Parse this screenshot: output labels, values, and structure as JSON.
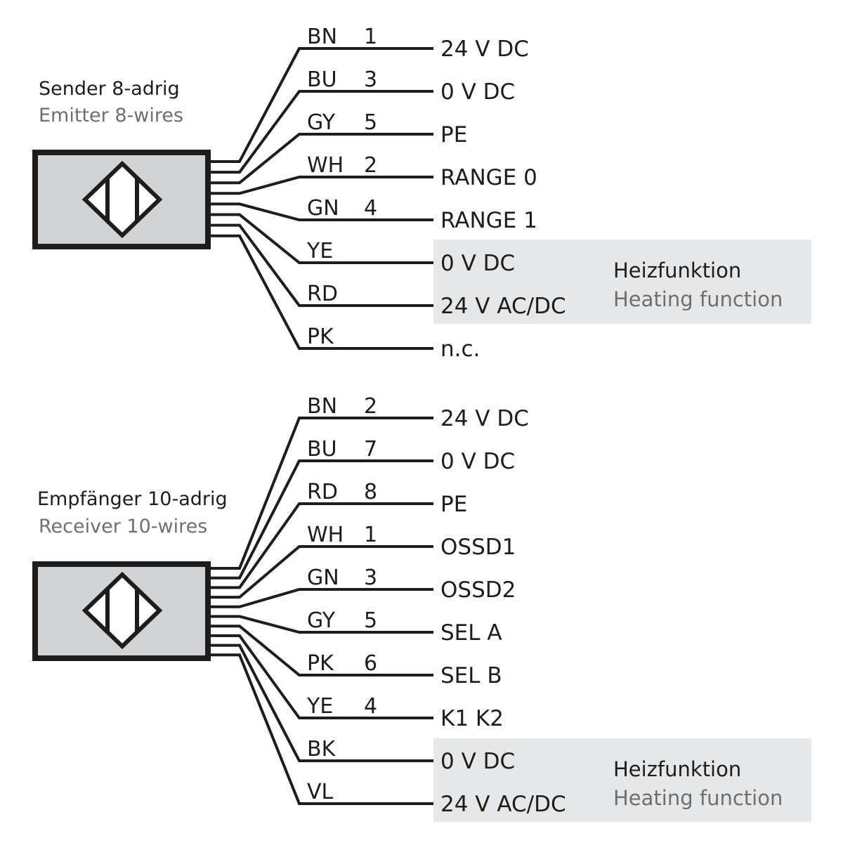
{
  "diagram_type": "wiring-diagram",
  "colors": {
    "line": "#1d1d1b",
    "sensor_body": "#d1d3d4",
    "heating_box": "#e6e7e8",
    "secondary_text": "#6f6f6e"
  },
  "devices": [
    {
      "id": "emitter",
      "title_de": "Sender 8-adrig",
      "title_en": "Emitter 8-wires",
      "icon": "light-barrier-sensor-icon",
      "wires": [
        {
          "color_code": "BN",
          "pin": "1",
          "function": "24 V DC",
          "heating": false
        },
        {
          "color_code": "BU",
          "pin": "3",
          "function": "0 V DC",
          "heating": false
        },
        {
          "color_code": "GY",
          "pin": "5",
          "function": "PE",
          "heating": false
        },
        {
          "color_code": "WH",
          "pin": "2",
          "function": "RANGE 0",
          "heating": false
        },
        {
          "color_code": "GN",
          "pin": "4",
          "function": "RANGE 1",
          "heating": false
        },
        {
          "color_code": "YE",
          "pin": "",
          "function": "0 V DC",
          "heating": true
        },
        {
          "color_code": "RD",
          "pin": "",
          "function": "24 V AC/DC",
          "heating": true
        },
        {
          "color_code": "PK",
          "pin": "",
          "function": "n.c.",
          "heating": false
        }
      ],
      "heating_label_de": "Heizfunktion",
      "heating_label_en": "Heating function"
    },
    {
      "id": "receiver",
      "title_de": "Empfänger 10-adrig",
      "title_en": "Receiver 10-wires",
      "icon": "light-barrier-sensor-icon",
      "wires": [
        {
          "color_code": "BN",
          "pin": "2",
          "function": "24 V DC",
          "heating": false
        },
        {
          "color_code": "BU",
          "pin": "7",
          "function": "0 V DC",
          "heating": false
        },
        {
          "color_code": "RD",
          "pin": "8",
          "function": "PE",
          "heating": false
        },
        {
          "color_code": "WH",
          "pin": "1",
          "function": "OSSD1",
          "heating": false
        },
        {
          "color_code": "GN",
          "pin": "3",
          "function": "OSSD2",
          "heating": false
        },
        {
          "color_code": "GY",
          "pin": "5",
          "function": "SEL A",
          "heating": false
        },
        {
          "color_code": "PK",
          "pin": "6",
          "function": "SEL B",
          "heating": false
        },
        {
          "color_code": "YE",
          "pin": "4",
          "function": "K1 K2",
          "heating": false
        },
        {
          "color_code": "BK",
          "pin": "",
          "function": "0 V DC",
          "heating": true
        },
        {
          "color_code": "VL",
          "pin": "",
          "function": "24 V AC/DC",
          "heating": true
        }
      ],
      "heating_label_de": "Heizfunktion",
      "heating_label_en": "Heating function"
    }
  ]
}
